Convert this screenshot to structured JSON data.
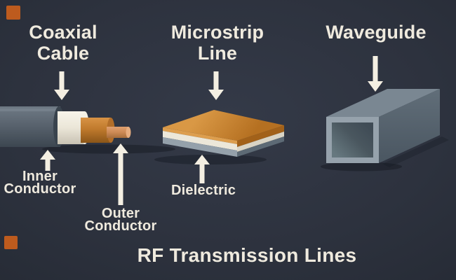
{
  "title": "RF Transmission Lines",
  "components": {
    "coaxial": {
      "label": "Coaxial\nCable"
    },
    "microstrip": {
      "label": "Microstrip\nLine"
    },
    "waveguide": {
      "label": "Waveguide"
    }
  },
  "callouts": {
    "inner_conductor": {
      "label": "Inner\nConductor"
    },
    "outer_conductor": {
      "label": "Outer\nConductor"
    },
    "dielectric": {
      "label": "Dielectric"
    }
  },
  "palette": {
    "background": "#2d323e",
    "text": "#efeade",
    "arrow": "#f4efe2",
    "copper_orange": "#c67c2e",
    "copper_pin": "#cd8a55",
    "jacket_slate": "#57616c",
    "dielectric_cream": "#ece7d9",
    "steel_gray": "#7a8792",
    "corner_accent": "#bd5b1e"
  }
}
